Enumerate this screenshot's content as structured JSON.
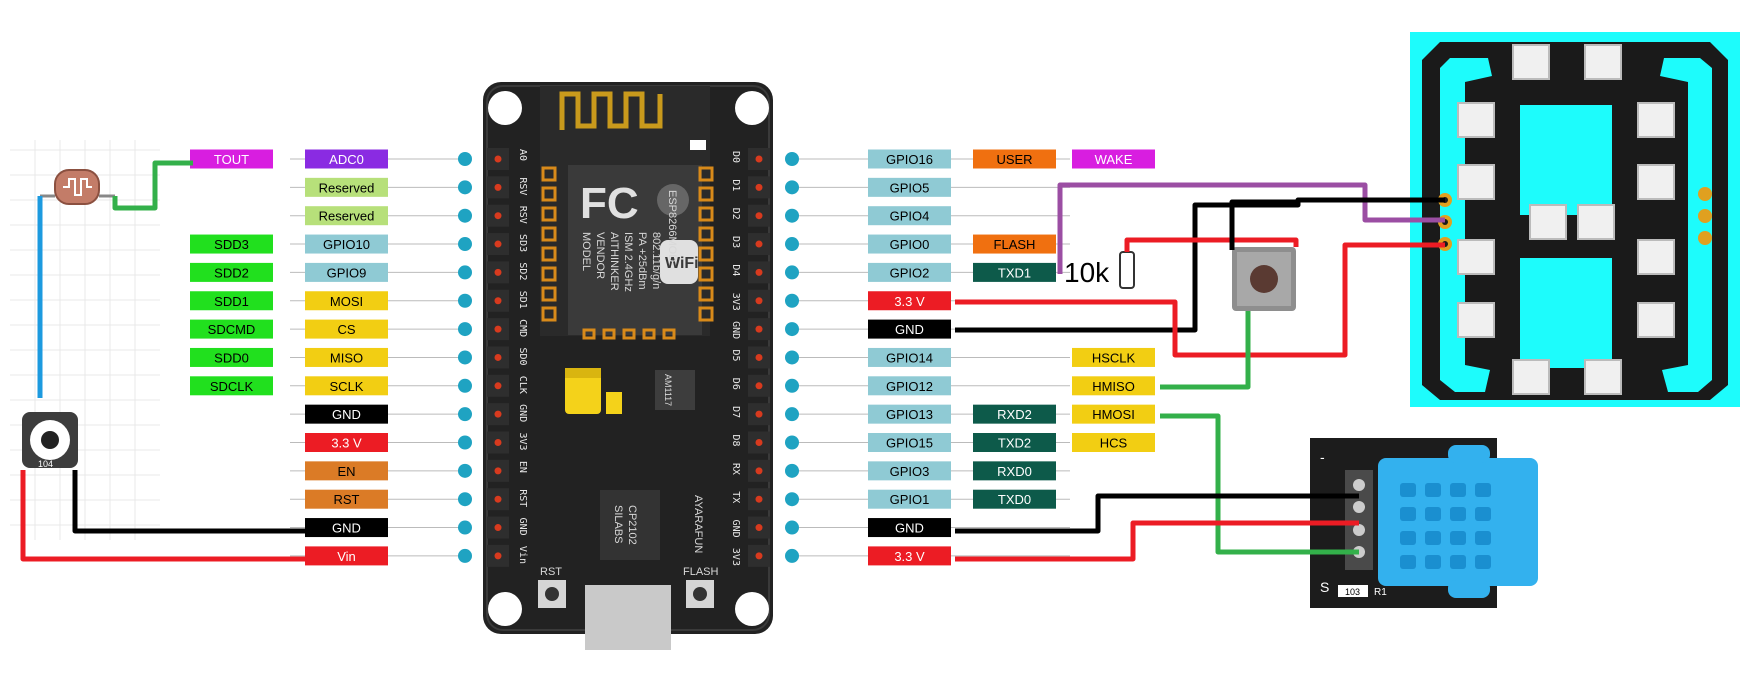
{
  "colors": {
    "purple": "#8a2be2",
    "magenta": "#d81ee0",
    "lightgreen": "#b7e07a",
    "green": "#21e01e",
    "lightblue": "#8fcad4",
    "yellow": "#f2ce13",
    "red": "#ec1c24",
    "black": "#000000",
    "orange": "#db7b26",
    "vividorange": "#f07010",
    "darkteal": "#0d5a4a",
    "cyan": "#1dfcfc",
    "dhtblue": "#33b1ee",
    "wirePurple": "#9b4ea3",
    "wireGreen": "#33b04a",
    "wireBlue": "#1c9adf"
  },
  "left_pins": [
    {
      "name": "ADC0",
      "color": "purple",
      "alt": [
        {
          "text": "TOUT",
          "color": "magenta"
        }
      ]
    },
    {
      "name": "Reserved",
      "color": "lightgreen",
      "alt": []
    },
    {
      "name": "Reserved",
      "color": "lightgreen",
      "alt": []
    },
    {
      "name": "GPIO10",
      "color": "lightblue",
      "alt": [
        {
          "text": "SDD3",
          "color": "green"
        }
      ]
    },
    {
      "name": "GPIO9",
      "color": "lightblue",
      "alt": [
        {
          "text": "SDD2",
          "color": "green"
        }
      ]
    },
    {
      "name": "MOSI",
      "color": "yellow",
      "alt": [
        {
          "text": "SDD1",
          "color": "green"
        }
      ]
    },
    {
      "name": "CS",
      "color": "yellow",
      "alt": [
        {
          "text": "SDCMD",
          "color": "green"
        }
      ]
    },
    {
      "name": "MISO",
      "color": "yellow",
      "alt": [
        {
          "text": "SDD0",
          "color": "green"
        }
      ]
    },
    {
      "name": "SCLK",
      "color": "yellow",
      "alt": [
        {
          "text": "SDCLK",
          "color": "green"
        }
      ]
    },
    {
      "name": "GND",
      "color": "black",
      "alt": []
    },
    {
      "name": "3.3 V",
      "color": "red",
      "alt": []
    },
    {
      "name": "EN",
      "color": "orange",
      "alt": []
    },
    {
      "name": "RST",
      "color": "orange",
      "alt": []
    },
    {
      "name": "GND",
      "color": "black",
      "alt": []
    },
    {
      "name": "Vin",
      "color": "red",
      "alt": []
    }
  ],
  "right_pins": [
    {
      "name": "GPIO16",
      "color": "lightblue",
      "alt": [
        {
          "text": "USER",
          "color": "vividorange"
        },
        {
          "text": "WAKE",
          "color": "magenta"
        }
      ]
    },
    {
      "name": "GPIO5",
      "color": "lightblue",
      "alt": []
    },
    {
      "name": "GPIO4",
      "color": "lightblue",
      "alt": []
    },
    {
      "name": "GPIO0",
      "color": "lightblue",
      "alt": [
        {
          "text": "FLASH",
          "color": "vividorange"
        }
      ]
    },
    {
      "name": "GPIO2",
      "color": "lightblue",
      "alt": [
        {
          "text": "TXD1",
          "color": "darkteal"
        }
      ]
    },
    {
      "name": "3.3 V",
      "color": "red",
      "alt": []
    },
    {
      "name": "GND",
      "color": "black",
      "alt": []
    },
    {
      "name": "GPIO14",
      "color": "lightblue",
      "alt": [
        {
          "text": "",
          "color": ""
        },
        {
          "text": "HSCLK",
          "color": "yellow"
        }
      ]
    },
    {
      "name": "GPIO12",
      "color": "lightblue",
      "alt": [
        {
          "text": "",
          "color": ""
        },
        {
          "text": "HMISO",
          "color": "yellow"
        }
      ]
    },
    {
      "name": "GPIO13",
      "color": "lightblue",
      "alt": [
        {
          "text": "RXD2",
          "color": "darkteal"
        },
        {
          "text": "HMOSI",
          "color": "yellow"
        }
      ]
    },
    {
      "name": "GPIO15",
      "color": "lightblue",
      "alt": [
        {
          "text": "TXD2",
          "color": "darkteal"
        },
        {
          "text": "HCS",
          "color": "yellow"
        }
      ]
    },
    {
      "name": "GPIO3",
      "color": "lightblue",
      "alt": [
        {
          "text": "RXD0",
          "color": "darkteal"
        }
      ]
    },
    {
      "name": "GPIO1",
      "color": "lightblue",
      "alt": [
        {
          "text": "TXD0",
          "color": "darkteal"
        }
      ]
    },
    {
      "name": "GND",
      "color": "black",
      "alt": []
    },
    {
      "name": "3.3 V",
      "color": "red",
      "alt": []
    }
  ],
  "board": {
    "left_silk": [
      "A0",
      "RSV",
      "RSV",
      "SD3",
      "SD2",
      "SD1",
      "CMD",
      "SD0",
      "CLK",
      "GND",
      "3V3",
      "EN",
      "RST",
      "GND",
      "Vin"
    ],
    "right_silk": [
      "D0",
      "D1",
      "D2",
      "D3",
      "D4",
      "3V3",
      "GND",
      "D5",
      "D6",
      "D7",
      "D8",
      "RX",
      "TX",
      "GND",
      "3V3"
    ],
    "module_lines": [
      "MODEL",
      "VENDOR",
      "AITHINKER",
      "ISM 2.4GHz",
      "PA +25dBm",
      "802.11b/g/n"
    ],
    "module_model": "ESP8266MOD",
    "fc_text": "FC",
    "wifi_text": "WiFi",
    "regulator_text": "AM1117",
    "usb_chip_lines": [
      "SILABS",
      "CP2102"
    ],
    "maker_text": "AYARAFUN",
    "rst_label": "RST",
    "flash_label": "FLASH"
  },
  "resistor_label": "10k",
  "potentiometer_label": "104",
  "dht_labels": {
    "minus": "-",
    "s": "S",
    "res": "103",
    "r1": "R1"
  }
}
